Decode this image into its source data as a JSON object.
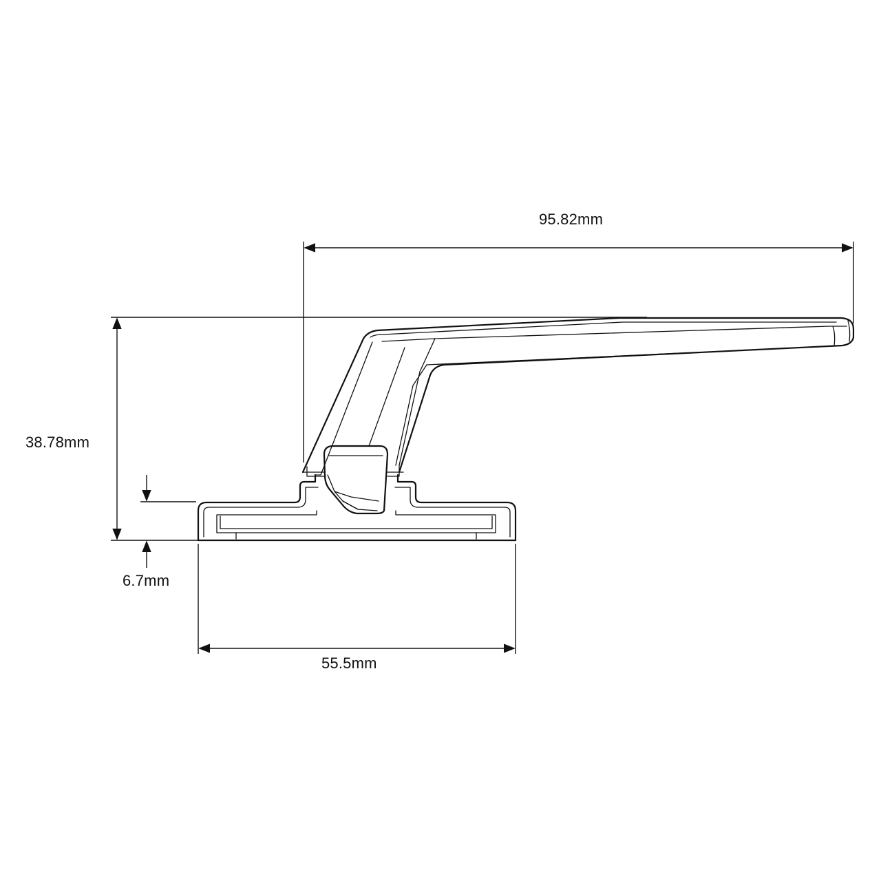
{
  "drawing": {
    "subject": "window-handle-side-view",
    "line_color": "#111111",
    "background": "#ffffff"
  },
  "dimensions": {
    "overall_width": {
      "label": "95.82mm"
    },
    "overall_height": {
      "label": "38.78mm"
    },
    "base_height": {
      "label": "6.7mm"
    },
    "base_width": {
      "label": "55.5mm"
    }
  }
}
